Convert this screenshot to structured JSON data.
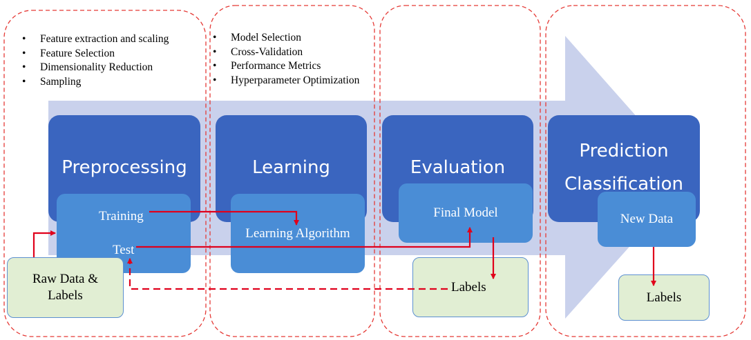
{
  "stages": [
    {
      "id": "preprocessing",
      "title": "Preprocessing",
      "bullets": [
        "Feature extraction and scaling",
        "Feature Selection",
        "Dimensionality Reduction",
        "Sampling"
      ]
    },
    {
      "id": "learning",
      "title": "Learning",
      "bullets": [
        "Model Selection",
        "Cross-Validation",
        "Performance Metrics",
        "Hyperparameter Optimization"
      ]
    },
    {
      "id": "evaluation",
      "title": "Evaluation",
      "bullets": []
    },
    {
      "id": "prediction",
      "title_lines": [
        "Prediction",
        "Classification"
      ],
      "bullets": []
    }
  ],
  "nodes": {
    "training": "Training",
    "test": "Test",
    "learning_algorithm": "Learning Algorithm",
    "final_model": "Final Model",
    "new_data": "New Data",
    "raw_data_lines": [
      "Raw Data &",
      "Labels"
    ],
    "labels_eval": "Labels",
    "labels_pred": "Labels"
  },
  "colors": {
    "arrow_band": "#c9d1ec",
    "stage_box": "#3a65bf",
    "inner_box": "#4a8dd6",
    "data_box": "#e1eed3",
    "dashed_border": "#e53935",
    "connector": "#e0001b"
  }
}
